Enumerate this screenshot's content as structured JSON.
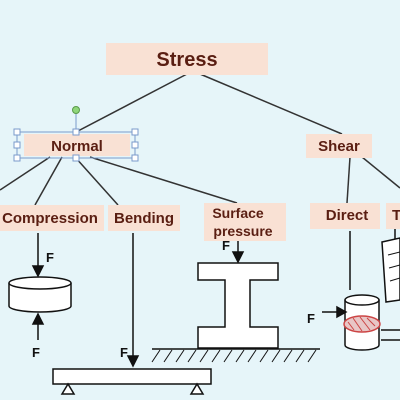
{
  "root": {
    "label": "Stress"
  },
  "level1": {
    "normal": "Normal",
    "shear": "Shear"
  },
  "level2": {
    "compression": "Compression",
    "bending": "Bending",
    "surface_pressure_line1": "Surface",
    "surface_pressure_line2": "pressure",
    "direct": "Direct",
    "torsion_partial": "T"
  },
  "force_label": "F",
  "colors": {
    "background": "#e6f5f9",
    "box_fill": "#f9e1d4",
    "box_text": "#5a1e12",
    "line": "#333333",
    "selection": "#7a9acb",
    "rotate_handle": "#8fd67a",
    "hatch_fill": "#cc4444"
  }
}
